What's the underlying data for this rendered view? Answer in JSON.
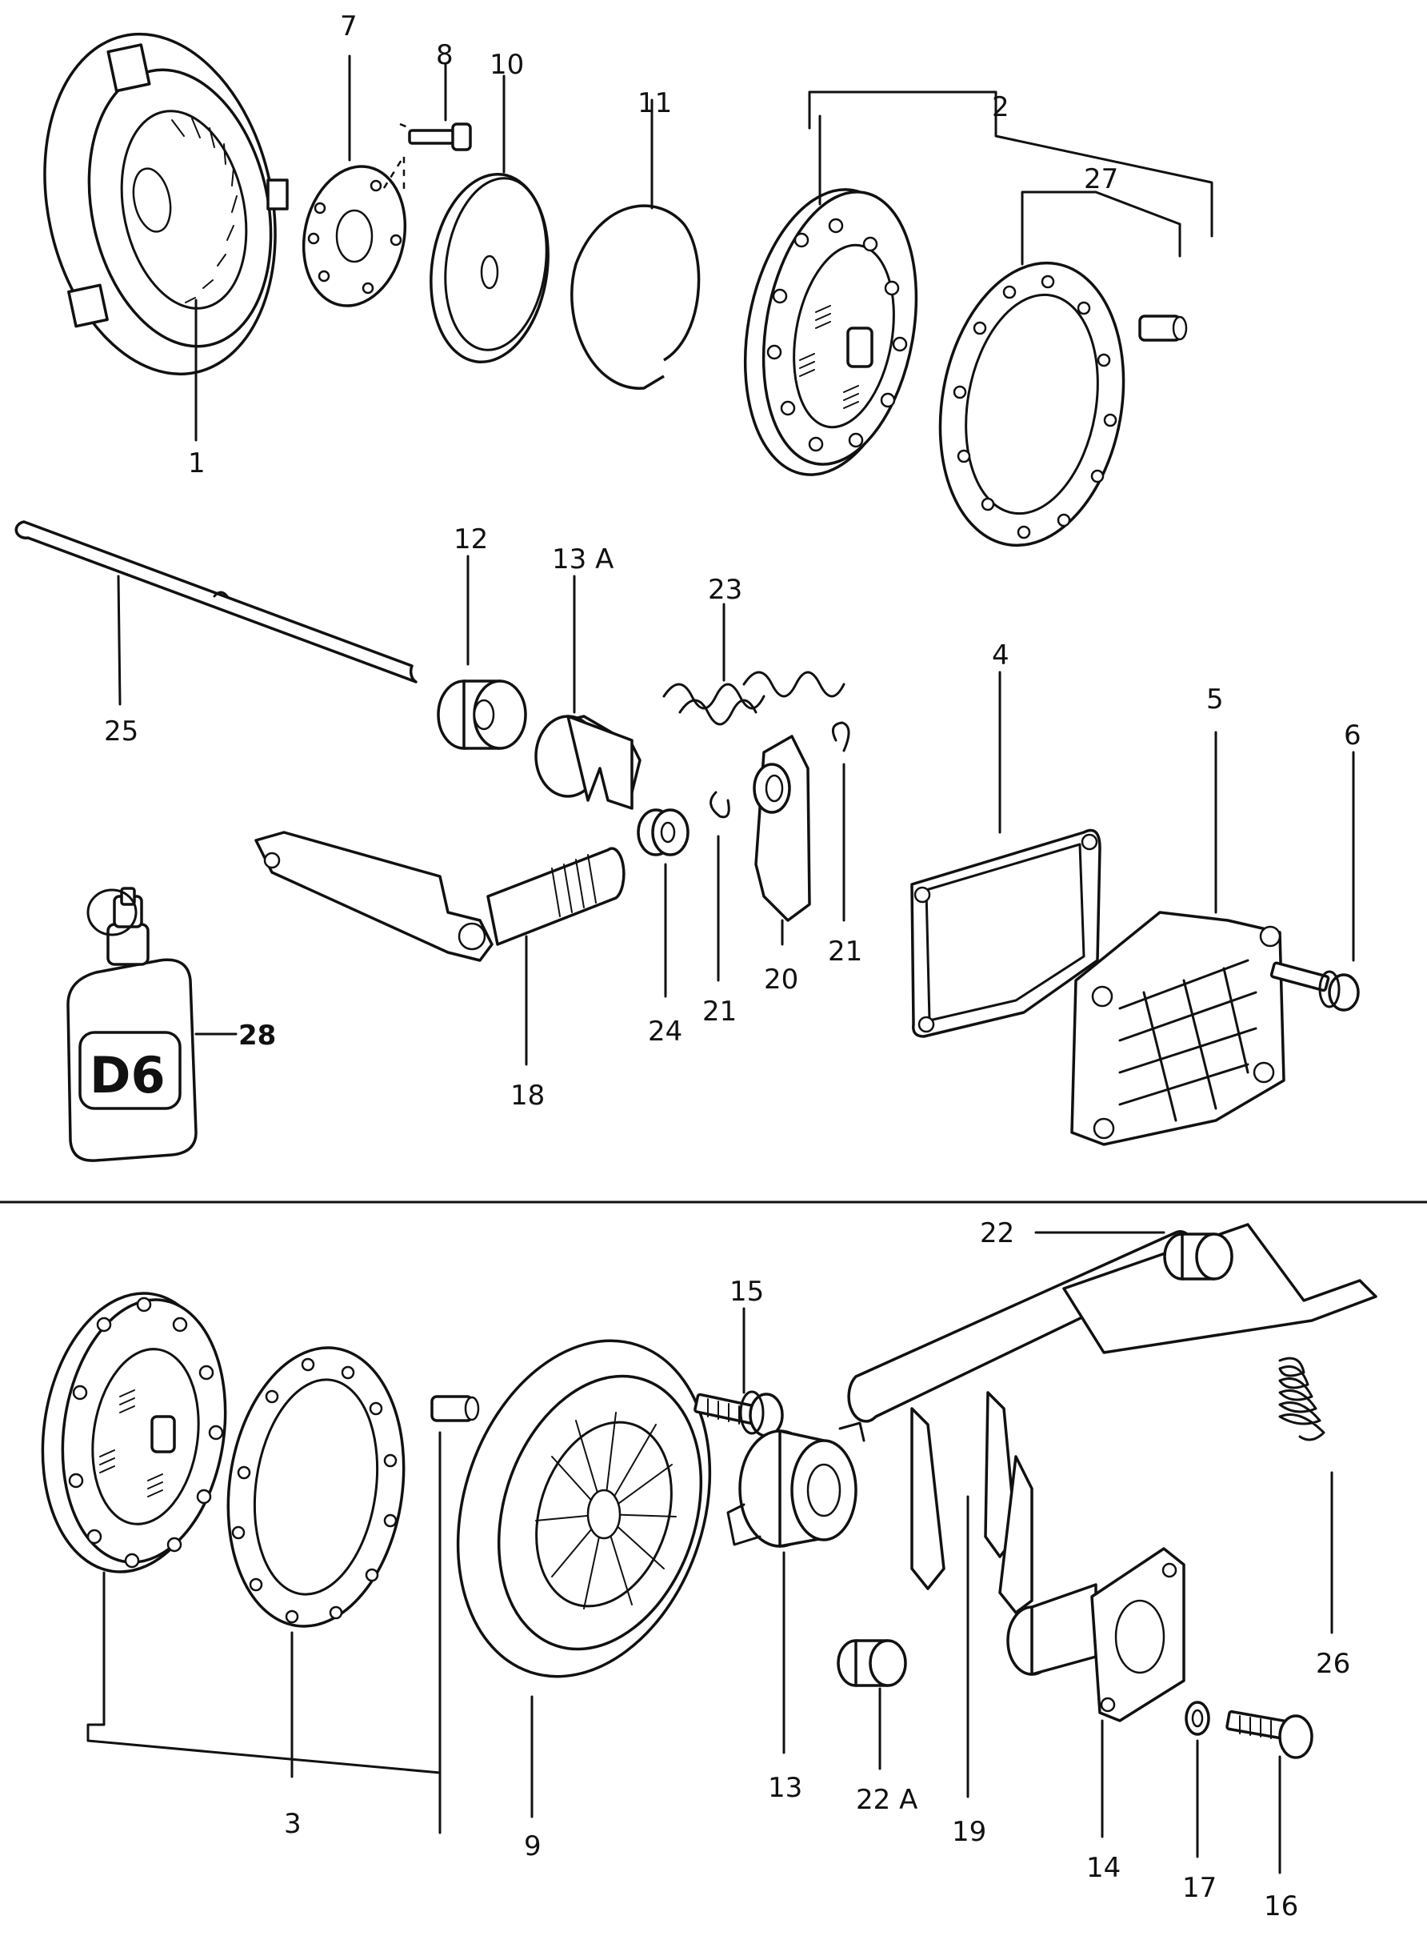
{
  "diagram": {
    "callouts": {
      "c1": "1",
      "c2": "2",
      "c3": "3",
      "c4": "4",
      "c5": "5",
      "c6": "6",
      "c7": "7",
      "c8": "8",
      "c9": "9",
      "c10": "10",
      "c11": "11",
      "c12": "12",
      "c13": "13",
      "c13a": "13 A",
      "c14": "14",
      "c15": "15",
      "c16": "16",
      "c17": "17",
      "c18": "18",
      "c19": "19",
      "c20": "20",
      "c21a": "21",
      "c21b": "21",
      "c22": "22",
      "c22a": "22 A",
      "c23": "23",
      "c24": "24",
      "c25": "25",
      "c26": "26",
      "c27": "27",
      "c28": "28"
    },
    "bottle_label": "D6"
  }
}
